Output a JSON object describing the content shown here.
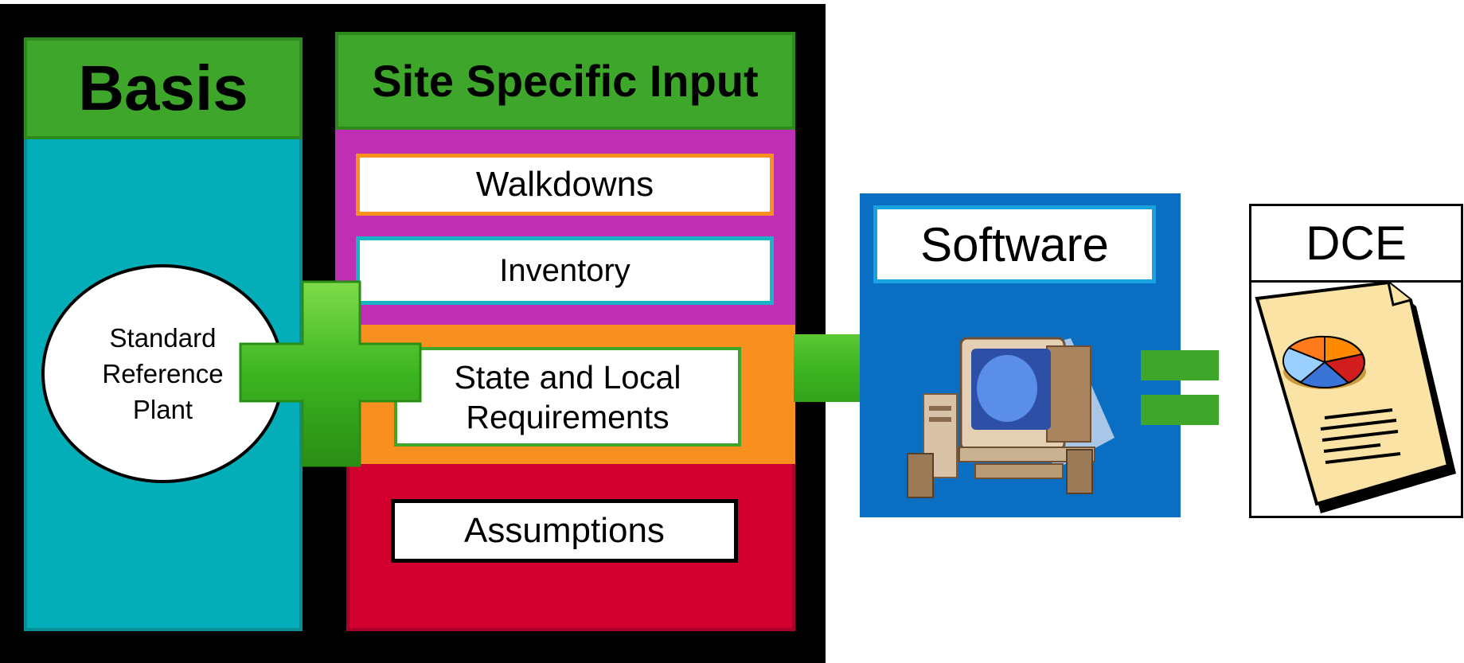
{
  "basis": {
    "title": "Basis",
    "circle_text": "Standard\nReference\nPlant"
  },
  "site_specific": {
    "title": "Site Specific Input",
    "items": [
      "Walkdowns",
      "Inventory",
      "State and Local\nRequirements",
      "Assumptions"
    ]
  },
  "software": {
    "label": "Software"
  },
  "result": {
    "label": "DCE"
  },
  "icons": [
    "plus-icon",
    "arrow-right-icon",
    "computer-icon",
    "equals-icon",
    "document-pie-chart-icon"
  ],
  "colors": {
    "green": "#3ea62a",
    "teal": "#04aeb8",
    "purple": "#be2fb4",
    "orange": "#f7901e",
    "red": "#d1002f",
    "software_blue": "#0a6fc2"
  }
}
